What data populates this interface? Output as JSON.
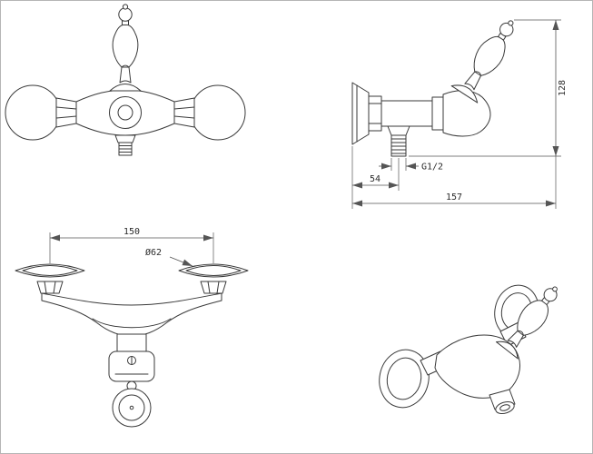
{
  "dims": {
    "side_total_height": "128",
    "side_outlet_thread": "G1/2",
    "side_wall_to_outlet": "54",
    "side_total_depth": "157",
    "top_flange_center_distance": "150",
    "top_flange_diameter": "Ø62"
  },
  "colors": {
    "line": "#3a3a3a",
    "dimension": "#555555",
    "background": "#ffffff",
    "border": "#b5b5b5"
  }
}
